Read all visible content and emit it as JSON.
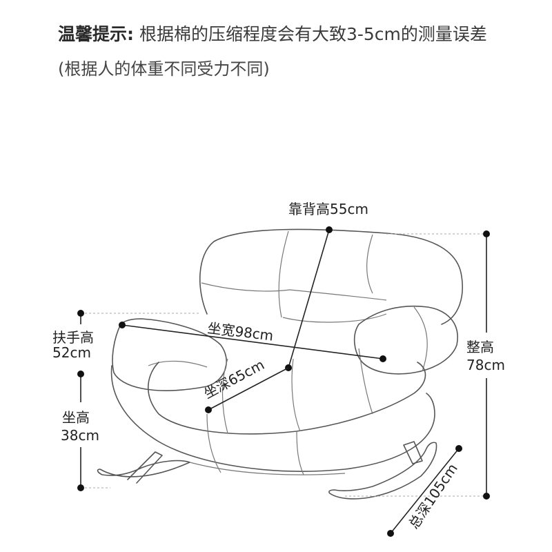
{
  "notice": {
    "label": "温馨提示:",
    "text": "根据棉的压缩程度会有大致3-5cm的测量误差",
    "subtext": "(根据人的体重不同受力不同)"
  },
  "dimensions": {
    "backrest_height": "靠背高55cm",
    "seat_width": "坐宽98cm",
    "seat_depth": "坐深65cm",
    "armrest_label": "扶手高",
    "armrest_value": "52cm",
    "seat_height_label": "坐高",
    "seat_height_value": "38cm",
    "total_height_label": "整高",
    "total_height_value": "78cm",
    "total_depth": "总深105cm"
  }
}
